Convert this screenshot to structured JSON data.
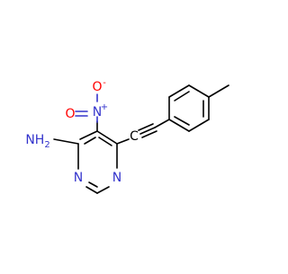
{
  "molecule": {
    "atoms": {
      "nitro_n": {
        "label": "N",
        "charge": "+"
      },
      "nitro_o": {
        "label": "O",
        "charge": "-"
      },
      "nitro_o_double": {
        "label": "O"
      },
      "amine": {
        "label": "NH",
        "subscript": "2"
      },
      "ring_n3": {
        "label": "N"
      },
      "ring_n1": {
        "label": "N"
      },
      "alkyne_c": {
        "label": "C"
      }
    }
  },
  "colors": {
    "bond": "#000000",
    "nitrogen": "#3333cc",
    "oxygen": "#ff0000",
    "background": "#ffffff"
  }
}
